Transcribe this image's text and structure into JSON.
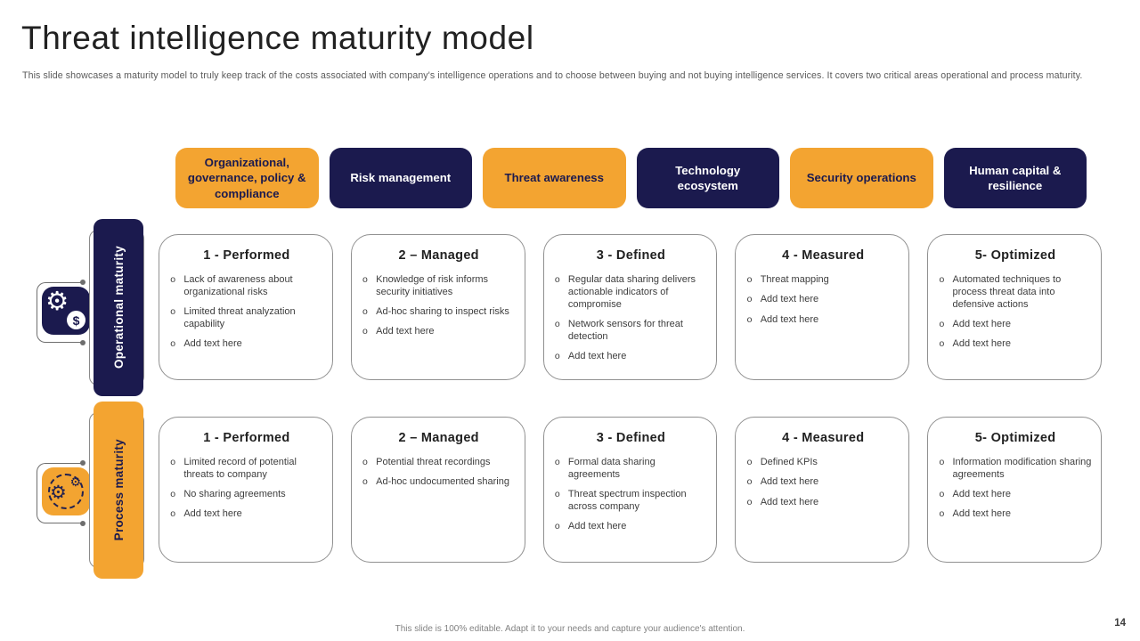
{
  "slide": {
    "title": "Threat intelligence maturity model",
    "subtitle": "This slide showcases a maturity model to truly keep track of the costs associated with company's intelligence operations and to choose between buying and not buying intelligence services. It covers two critical areas operational and process maturity.",
    "footer": "This slide is 100% editable.  Adapt it to your needs and capture your audience's attention.",
    "page_number": "14"
  },
  "colors": {
    "navy": "#1B1A4E",
    "orange": "#F3A431"
  },
  "ui": {
    "bullet_marker": "o"
  },
  "icons": {
    "gear_glyph": "⚙",
    "dollar_glyph": "$"
  },
  "headers": [
    {
      "label": "Organizational, governance, policy & compliance",
      "variant": "orange"
    },
    {
      "label": "Risk management",
      "variant": "navy"
    },
    {
      "label": "Threat awareness",
      "variant": "orange"
    },
    {
      "label": "Technology ecosystem",
      "variant": "navy"
    },
    {
      "label": "Security operations",
      "variant": "orange"
    },
    {
      "label": "Human capital & resilience",
      "variant": "navy"
    }
  ],
  "rows": [
    {
      "label": "Operational maturity",
      "variant": "navy",
      "cards": [
        {
          "title": "1 - Performed",
          "bullets": [
            "Lack of awareness about organizational risks",
            "Limited threat analyzation capability",
            "Add text here"
          ]
        },
        {
          "title": "2 – Managed",
          "bullets": [
            "Knowledge of risk informs security initiatives",
            "Ad-hoc sharing to inspect risks",
            "Add text here"
          ]
        },
        {
          "title": "3 - Defined",
          "bullets": [
            "Regular data sharing delivers actionable indicators of compromise",
            "Network sensors for threat detection",
            "Add text here"
          ]
        },
        {
          "title": "4 - Measured",
          "bullets": [
            "Threat mapping",
            "Add text here",
            "Add text here"
          ]
        },
        {
          "title": "5- Optimized",
          "bullets": [
            "Automated techniques to process threat data into defensive actions",
            "Add text here",
            "Add text here"
          ]
        }
      ]
    },
    {
      "label": "Process maturity",
      "variant": "orange",
      "cards": [
        {
          "title": "1 - Performed",
          "bullets": [
            "Limited record of potential threats to company",
            "No sharing agreements",
            "Add text here"
          ]
        },
        {
          "title": "2 – Managed",
          "bullets": [
            "Potential threat recordings",
            "Ad-hoc undocumented sharing"
          ]
        },
        {
          "title": "3 - Defined",
          "bullets": [
            "Formal data sharing agreements",
            "Threat spectrum inspection across company",
            "Add text here"
          ]
        },
        {
          "title": "4 - Measured",
          "bullets": [
            "Defined KPIs",
            "Add text here",
            "Add text here"
          ]
        },
        {
          "title": "5- Optimized",
          "bullets": [
            "Information modification sharing agreements",
            "Add text here",
            "Add text here"
          ]
        }
      ]
    }
  ]
}
